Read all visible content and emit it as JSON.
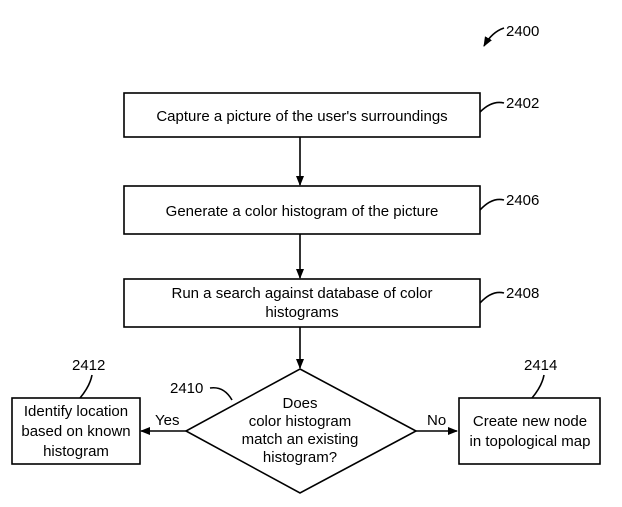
{
  "figure_number": "2400",
  "steps": [
    {
      "ref": "2402",
      "lines": [
        "Capture a picture of the user's surroundings"
      ]
    },
    {
      "ref": "2406",
      "lines": [
        "Generate a color histogram of the picture"
      ]
    },
    {
      "ref": "2408",
      "lines": [
        "Run a search against database of color",
        "histograms"
      ]
    }
  ],
  "decision": {
    "ref": "2410",
    "lines": [
      "Does",
      "color histogram",
      "match an existing",
      "histogram?"
    ],
    "yes_label": "Yes",
    "no_label": "No"
  },
  "outcome_yes": {
    "ref": "2412",
    "lines": [
      "Identify location",
      "based on known",
      "histogram"
    ]
  },
  "outcome_no": {
    "ref": "2414",
    "lines": [
      "Create new node",
      "in topological map"
    ]
  }
}
